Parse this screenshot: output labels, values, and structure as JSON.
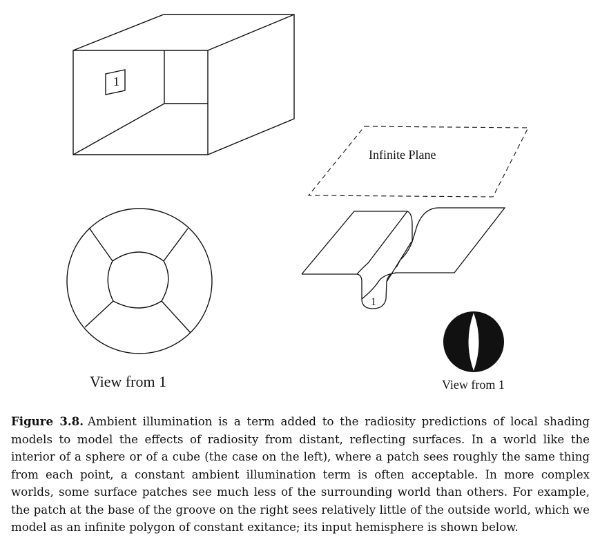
{
  "figure": {
    "left_panel": {
      "patch_label": "1",
      "view_label": "View from 1"
    },
    "right_panel": {
      "plane_label": "Infinite Plane",
      "patch_label": "1",
      "view_label": "View from 1"
    }
  },
  "caption": {
    "label": "Figure 3.8.",
    "text": "Ambient illumination is a term added to the radiosity predictions of local shading models to model the effects of radiosity from distant, reflecting surfaces. In a world like the interior of a sphere or of a cube (the case on the left), where a patch sees roughly the same thing from each point, a constant ambient illumination term is often acceptable. In more complex worlds, some surface patches see much less of the surrounding world than others. For example, the patch at the base of the groove on the right sees relatively little of the outside world, which we model as an infinite polygon of constant exitance; its input hemisphere is shown below."
  }
}
